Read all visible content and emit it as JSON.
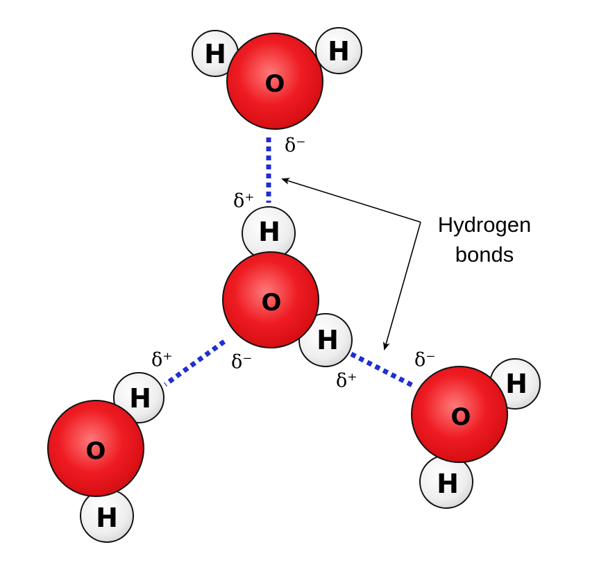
{
  "atoms": {
    "hydrogen": "H",
    "oxygen": "O"
  },
  "charges": {
    "negative": "δ⁻",
    "positive": "δ⁺"
  },
  "callout": {
    "line1": "Hydrogen",
    "line2": "bonds"
  },
  "colors": {
    "oxygen_fill": "#e5141b",
    "oxygen_highlight": "#ff6a6a",
    "hydrogen_fill": "#f2f2f2",
    "bond_dash": "#1f2fd1",
    "outline": "#111111"
  }
}
